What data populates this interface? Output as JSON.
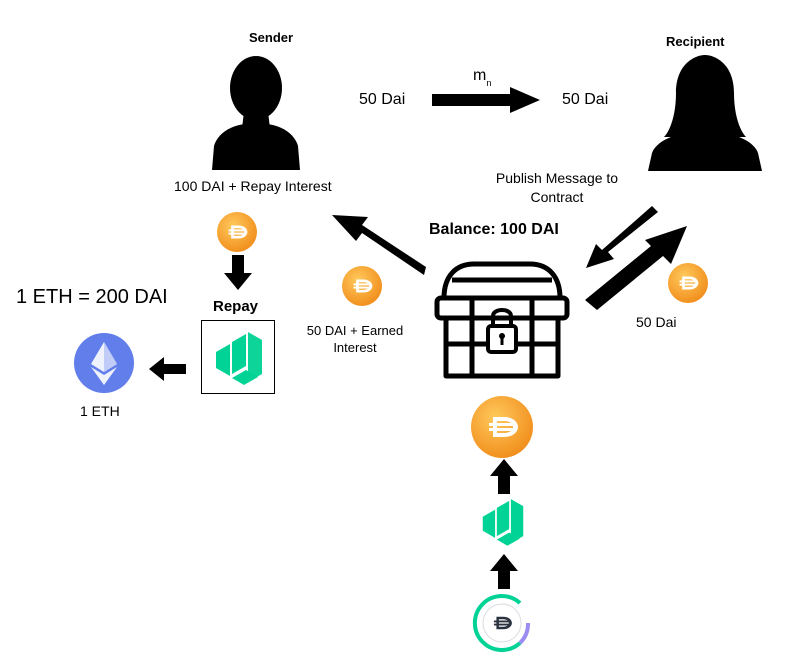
{
  "sender": {
    "title": "Sender",
    "holding": "100 DAI +  Repay Interest"
  },
  "recipient": {
    "title": "Recipient"
  },
  "transfer": {
    "left_amount": "50 Dai",
    "right_amount": "50 Dai",
    "message_label": "m",
    "message_subscript": "n"
  },
  "contract": {
    "balance": "Balance: 100 DAI",
    "publish_line1": "Publish Message to",
    "publish_line2": "Contract",
    "payout_amount": "50 Dai",
    "earned_line1": "50 DAI + Earned",
    "earned_line2": "Interest"
  },
  "repay": {
    "label": "Repay"
  },
  "exchange": {
    "rate": "1 ETH = 200 DAI",
    "eth_amount": "1 ETH"
  },
  "colors": {
    "dai_orange": "#f5a623",
    "eth_blue": "#627eea",
    "compound_green": "#00d395",
    "arrow": "#000000"
  },
  "icons": [
    "sender-person-icon",
    "recipient-person-icon",
    "treasure-chest-icon",
    "dai-coin-icon",
    "compound-icon",
    "ethereum-icon",
    "cdai-icon"
  ]
}
